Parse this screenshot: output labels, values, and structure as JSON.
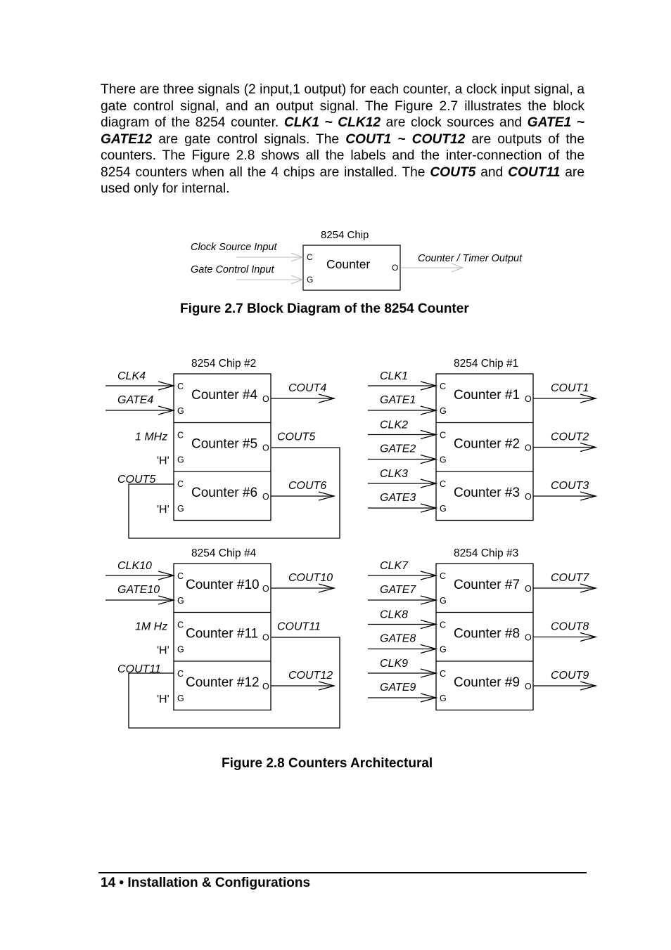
{
  "paragraph": {
    "s1": "There are three signals (2 input,1 output) for each counter, a clock input signal, a gate control signal, and an output signal. The Figure 2.7 illustrates the block diagram of the 8254 counter.",
    "clk_range": "CLK1 ~ CLK12",
    "s2": "are clock sources and",
    "gate_range": "GATE1 ~ GATE12",
    "s3": "are gate control signals. The",
    "cout_range": "COUT1 ~ COUT12",
    "s4": "are outputs of the counters. The Figure 2.8 shows all the labels and the inter-connection of the 8254 counters when all the 4 chips are installed. The",
    "cout5": "COUT5",
    "s5": "and",
    "cout11": "COUT11",
    "s6": "are used only for internal."
  },
  "figure27": {
    "chip_label": "8254 Chip",
    "clock_input": "Clock Source Input",
    "gate_input": "Gate Control Input",
    "counter": "Counter",
    "output": "Counter / Timer  Output",
    "pin_c": "C",
    "pin_g": "G",
    "pin_o": "O",
    "caption": "Figure 2.7 Block Diagram of the 8254 Counter"
  },
  "figure28": {
    "caption": "Figure 2.8 Counters Architectural",
    "chips": [
      {
        "title": "8254 Chip #2",
        "counters": [
          {
            "name": "Counter #4",
            "clk": "CLK4",
            "gate": "GATE4",
            "out": "COUT4"
          },
          {
            "name": "Counter #5",
            "clk": "1 MHz",
            "gate": "'H'",
            "out": "COUT5"
          },
          {
            "name": "Counter #6",
            "clk": "COUT5",
            "gate": "'H'",
            "out": "COUT6"
          }
        ]
      },
      {
        "title": "8254 Chip #1",
        "counters": [
          {
            "name": "Counter #1",
            "clk": "CLK1",
            "gate": "GATE1",
            "out": "COUT1"
          },
          {
            "name": "Counter #2",
            "clk": "CLK2",
            "gate": "GATE2",
            "out": "COUT2"
          },
          {
            "name": "Counter #3",
            "clk": "CLK3",
            "gate": "GATE3",
            "out": "COUT3"
          }
        ]
      },
      {
        "title": "8254 Chip #4",
        "counters": [
          {
            "name": "Counter #10",
            "clk": "CLK10",
            "gate": "GATE10",
            "out": "COUT10"
          },
          {
            "name": "Counter #11",
            "clk": "1M Hz",
            "gate": "'H'",
            "out": "COUT11"
          },
          {
            "name": "Counter #12",
            "clk": "COUT11",
            "gate": "'H'",
            "out": "COUT12"
          }
        ]
      },
      {
        "title": "8254 Chip #3",
        "counters": [
          {
            "name": "Counter #7",
            "clk": "CLK7",
            "gate": "GATE7",
            "out": "COUT7"
          },
          {
            "name": "Counter #8",
            "clk": "CLK8",
            "gate": "GATE8",
            "out": "COUT8"
          },
          {
            "name": "Counter #9",
            "clk": "CLK9",
            "gate": "GATE9",
            "out": "COUT9"
          }
        ]
      }
    ]
  },
  "footer": {
    "page_number": "14",
    "bullet": "•",
    "section": "Installation & Configurations"
  }
}
